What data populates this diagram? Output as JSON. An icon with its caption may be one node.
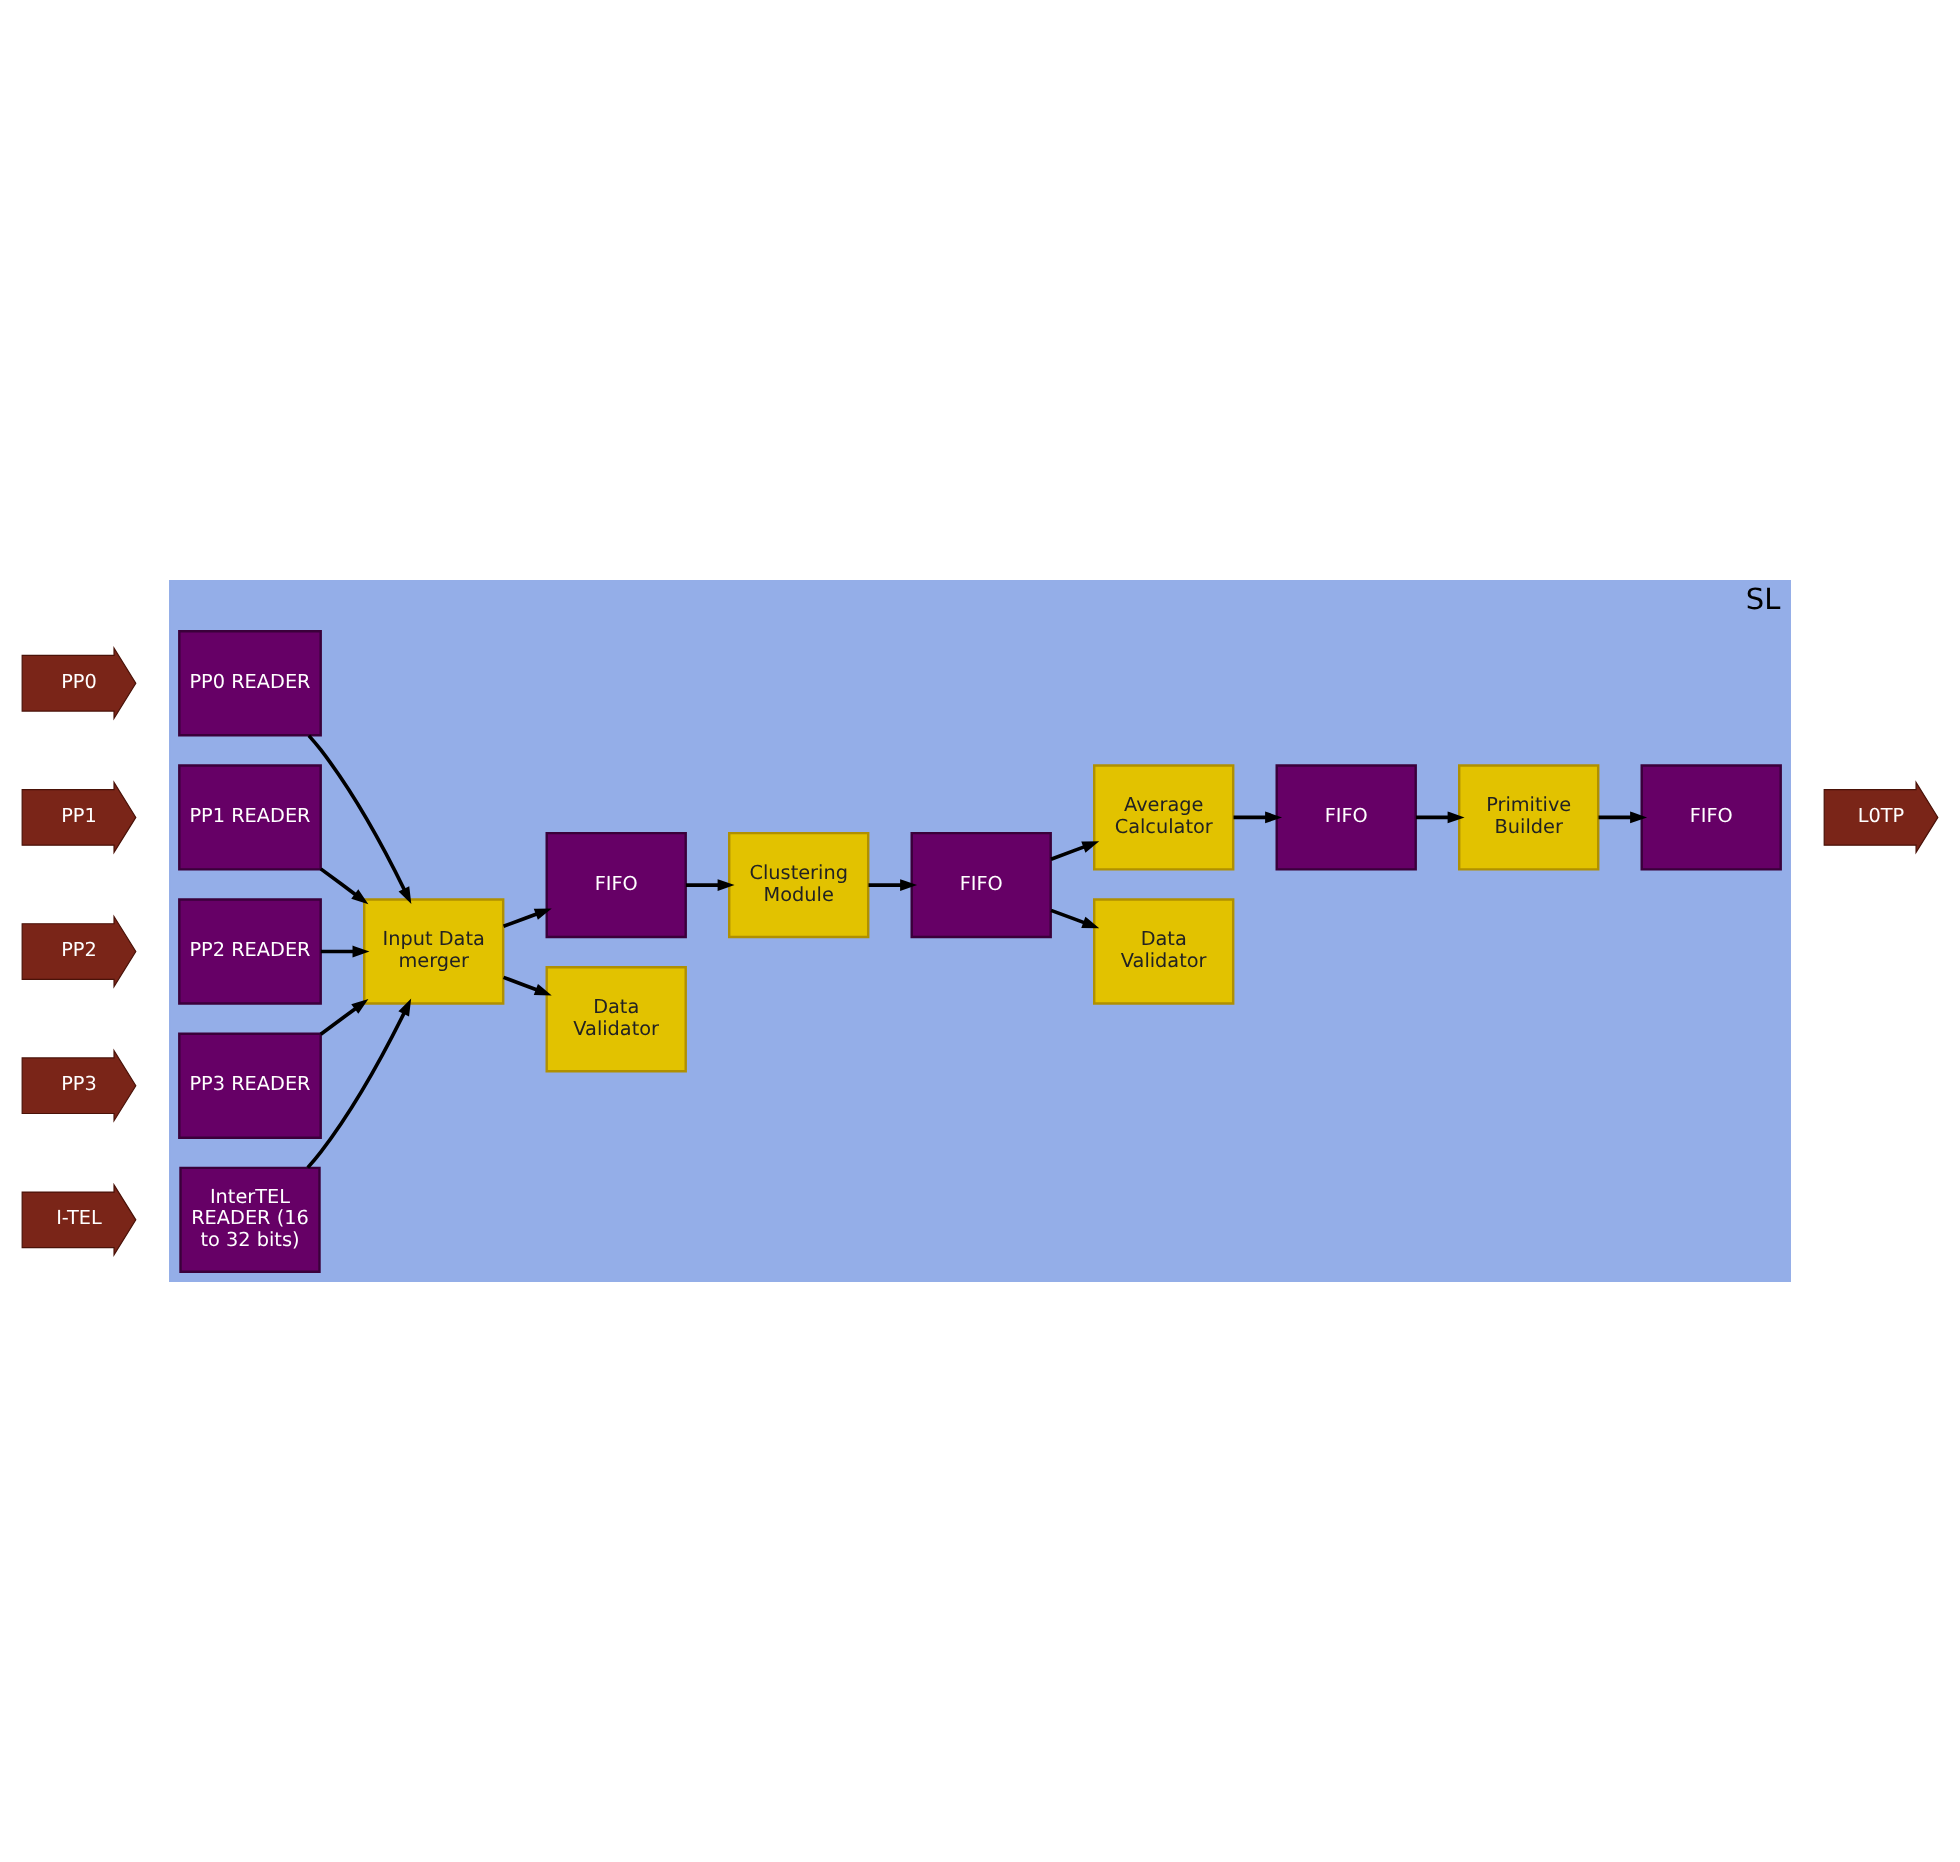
{
  "diagram": {
    "nodes": [
      {
        "text": [
          "SL"
        ]
      },
      {
        "text": [
          "PP0"
        ]
      },
      {
        "text": [
          "PP1"
        ]
      },
      {
        "text": [
          "PP2"
        ]
      },
      {
        "text": [
          "PP3"
        ]
      },
      {
        "text": [
          "I-TEL"
        ]
      },
      {
        "text": [
          "PP0 READER"
        ],
        "in": 0
      },
      {
        "text": [
          "PP1 READER"
        ],
        "in": 0
      },
      {
        "text": [
          "PP2 READER"
        ],
        "in": 0
      },
      {
        "text": [
          "PP3 READER"
        ],
        "in": 0
      },
      {
        "text": [
          "InterTEL READER (16 to 32 bits)"
        ],
        "in": 0
      },
      {
        "text": [
          "Input Data merger"
        ],
        "in": 0
      },
      {
        "text": [
          "Data Validator"
        ],
        "in": 0
      },
      {
        "text": [
          "Data Validator"
        ],
        "in": 0
      },
      {
        "text": [
          "FIFO"
        ],
        "in": 0
      },
      {
        "text": [
          "Clustering Module"
        ],
        "in": 0
      },
      {
        "text": [
          "FIFO"
        ],
        "in": 0
      },
      {
        "text": [
          "Average Calculator"
        ],
        "in": 0
      },
      {
        "text": [
          "FIFO"
        ],
        "in": 0
      },
      {
        "text": [
          "Primitive Builder"
        ],
        "in": 0
      },
      {
        "text": [
          "FIFO"
        ],
        "in": 0
      },
      {
        "text": [
          "L0TP"
        ]
      }
    ],
    "edges": [
      {
        "from": 6,
        "to": 11,
        "arrow": "to"
      },
      {
        "from": 7,
        "to": 11,
        "arrow": "to"
      },
      {
        "from": 8,
        "to": 11,
        "arrow": "to"
      },
      {
        "from": 9,
        "to": 11,
        "arrow": "to"
      },
      {
        "from": 10,
        "to": 11,
        "arrow": "to"
      },
      {
        "from": 11,
        "to": 12,
        "arrow": "to"
      },
      {
        "from": 11,
        "to": 14,
        "arrow": "to"
      },
      {
        "from": 14,
        "to": 15,
        "arrow": "to"
      },
      {
        "from": 15,
        "to": 16,
        "arrow": "to"
      },
      {
        "from": 16,
        "to": 17,
        "arrow": "to"
      },
      {
        "from": 16,
        "to": 13,
        "arrow": "to"
      },
      {
        "from": 17,
        "to": 18,
        "arrow": "to"
      },
      {
        "from": 18,
        "to": 19,
        "arrow": "to"
      },
      {
        "from": 19,
        "to": 20,
        "arrow": "to"
      }
    ]
  }
}
